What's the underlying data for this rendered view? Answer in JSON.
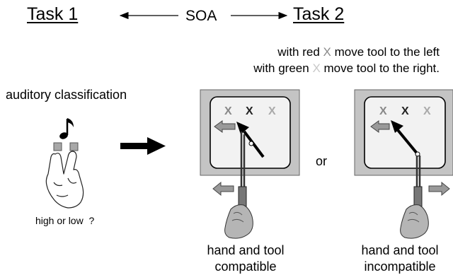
{
  "header": {
    "task1": "Task 1",
    "soa": "SOA",
    "task2": "Task 2"
  },
  "instructions": {
    "line1_prefix": "with red",
    "line1_x": "X",
    "line1_suffix": "move tool to the left",
    "line2_prefix": "with green",
    "line2_x": "X",
    "line2_suffix": "move tool to the right.",
    "red_x_color": "#8a8a8a",
    "green_x_color": "#c8c8c8"
  },
  "task1_panel": {
    "label": "auditory classification",
    "question": "high or low",
    "question_mark": "?"
  },
  "screens": {
    "left_letters": [
      "X",
      "X",
      "X"
    ],
    "right_letters": [
      "X",
      "X",
      "X"
    ]
  },
  "or_label": "or",
  "captions": {
    "compatible_line1": "hand and tool",
    "compatible_line2": "compatible",
    "incompatible_line1": "hand and tool",
    "incompatible_line2": "incompatible"
  }
}
